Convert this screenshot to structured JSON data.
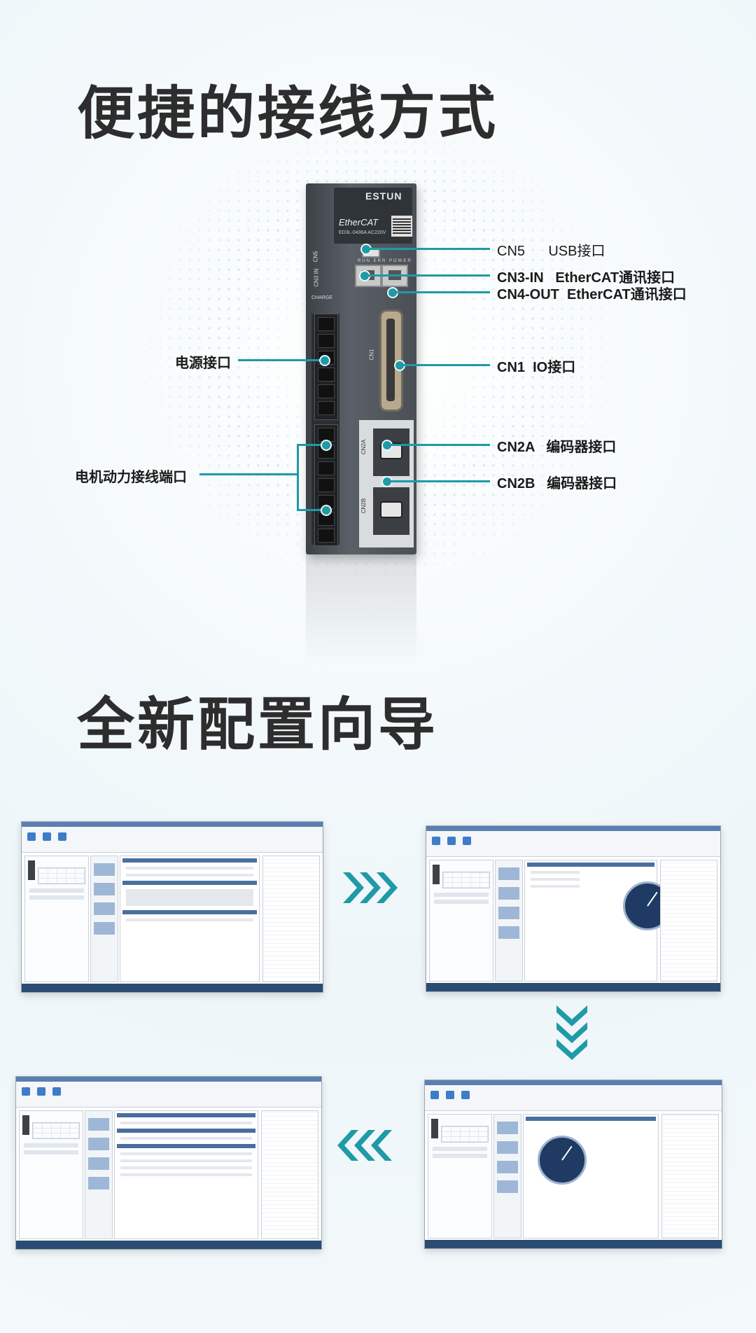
{
  "section1": {
    "title": "便捷的接线方式"
  },
  "device": {
    "brand": "ESTUN",
    "protocol_logo": "EtherCAT",
    "model": "ED3L-0436A  AC220V",
    "marks": {
      "cn5": "CN5",
      "cn3": "CN3 IN",
      "cn1": "CN1",
      "cn2a": "CN2A",
      "cn2b": "CN2B",
      "charge": "CHARGE",
      "leds": "RUN ERR POWER"
    }
  },
  "callouts": {
    "cn5": "CN5      USB接口",
    "cn3": "CN3-IN   EtherCAT通讯接口",
    "cn4": "CN4-OUT  EtherCAT通讯接口",
    "cn1": "CN1  IO接口",
    "cn2a": "CN2A   编码器接口",
    "cn2b": "CN2B   编码器接口",
    "power": "电源接口",
    "motor": "电机动力接线端口"
  },
  "section2": {
    "title": "全新配置向导"
  },
  "colors": {
    "accent": "#1f9aa6",
    "heading": "#2d2d2d"
  },
  "icons": {
    "right_arrow": "triple-chevron-right-icon",
    "down_arrow": "triple-chevron-down-icon",
    "left_arrow": "triple-chevron-left-icon"
  }
}
